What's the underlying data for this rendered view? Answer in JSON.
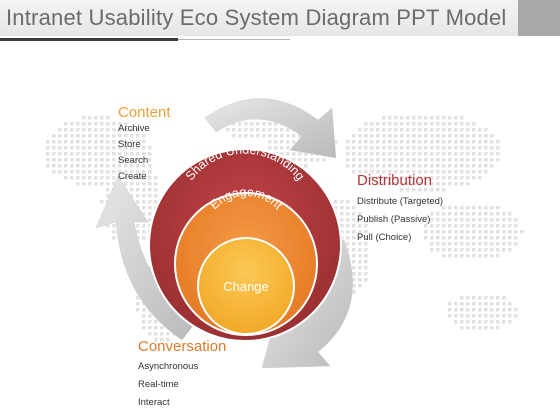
{
  "title": "Intranet Usability Eco System Diagram PPT Model",
  "colors": {
    "outer_ring": "#ad383b",
    "middle_ring": "#ef8a33",
    "inner_circle": "#f6b335",
    "arrow_gray": "#c4c4c4",
    "map_dots": "#e2e2e2"
  },
  "diagram": {
    "rings": [
      {
        "label": "Shared Understanding",
        "color": "#ad383b"
      },
      {
        "label": "Engagement",
        "color": "#ef8a33"
      },
      {
        "label": "Change",
        "color": "#f6b335"
      }
    ],
    "sections": {
      "content": {
        "heading": "Content",
        "items": [
          "Archive",
          "Store",
          "Search",
          "Create"
        ]
      },
      "distribution": {
        "heading": "Distribution",
        "items": [
          "Distribute (Targeted)",
          "Publish (Passive)",
          "Pull (Choice)"
        ]
      },
      "conversation": {
        "heading": "Conversation",
        "items": [
          "Asynchronous",
          "Real-time",
          "Interact"
        ]
      }
    }
  }
}
